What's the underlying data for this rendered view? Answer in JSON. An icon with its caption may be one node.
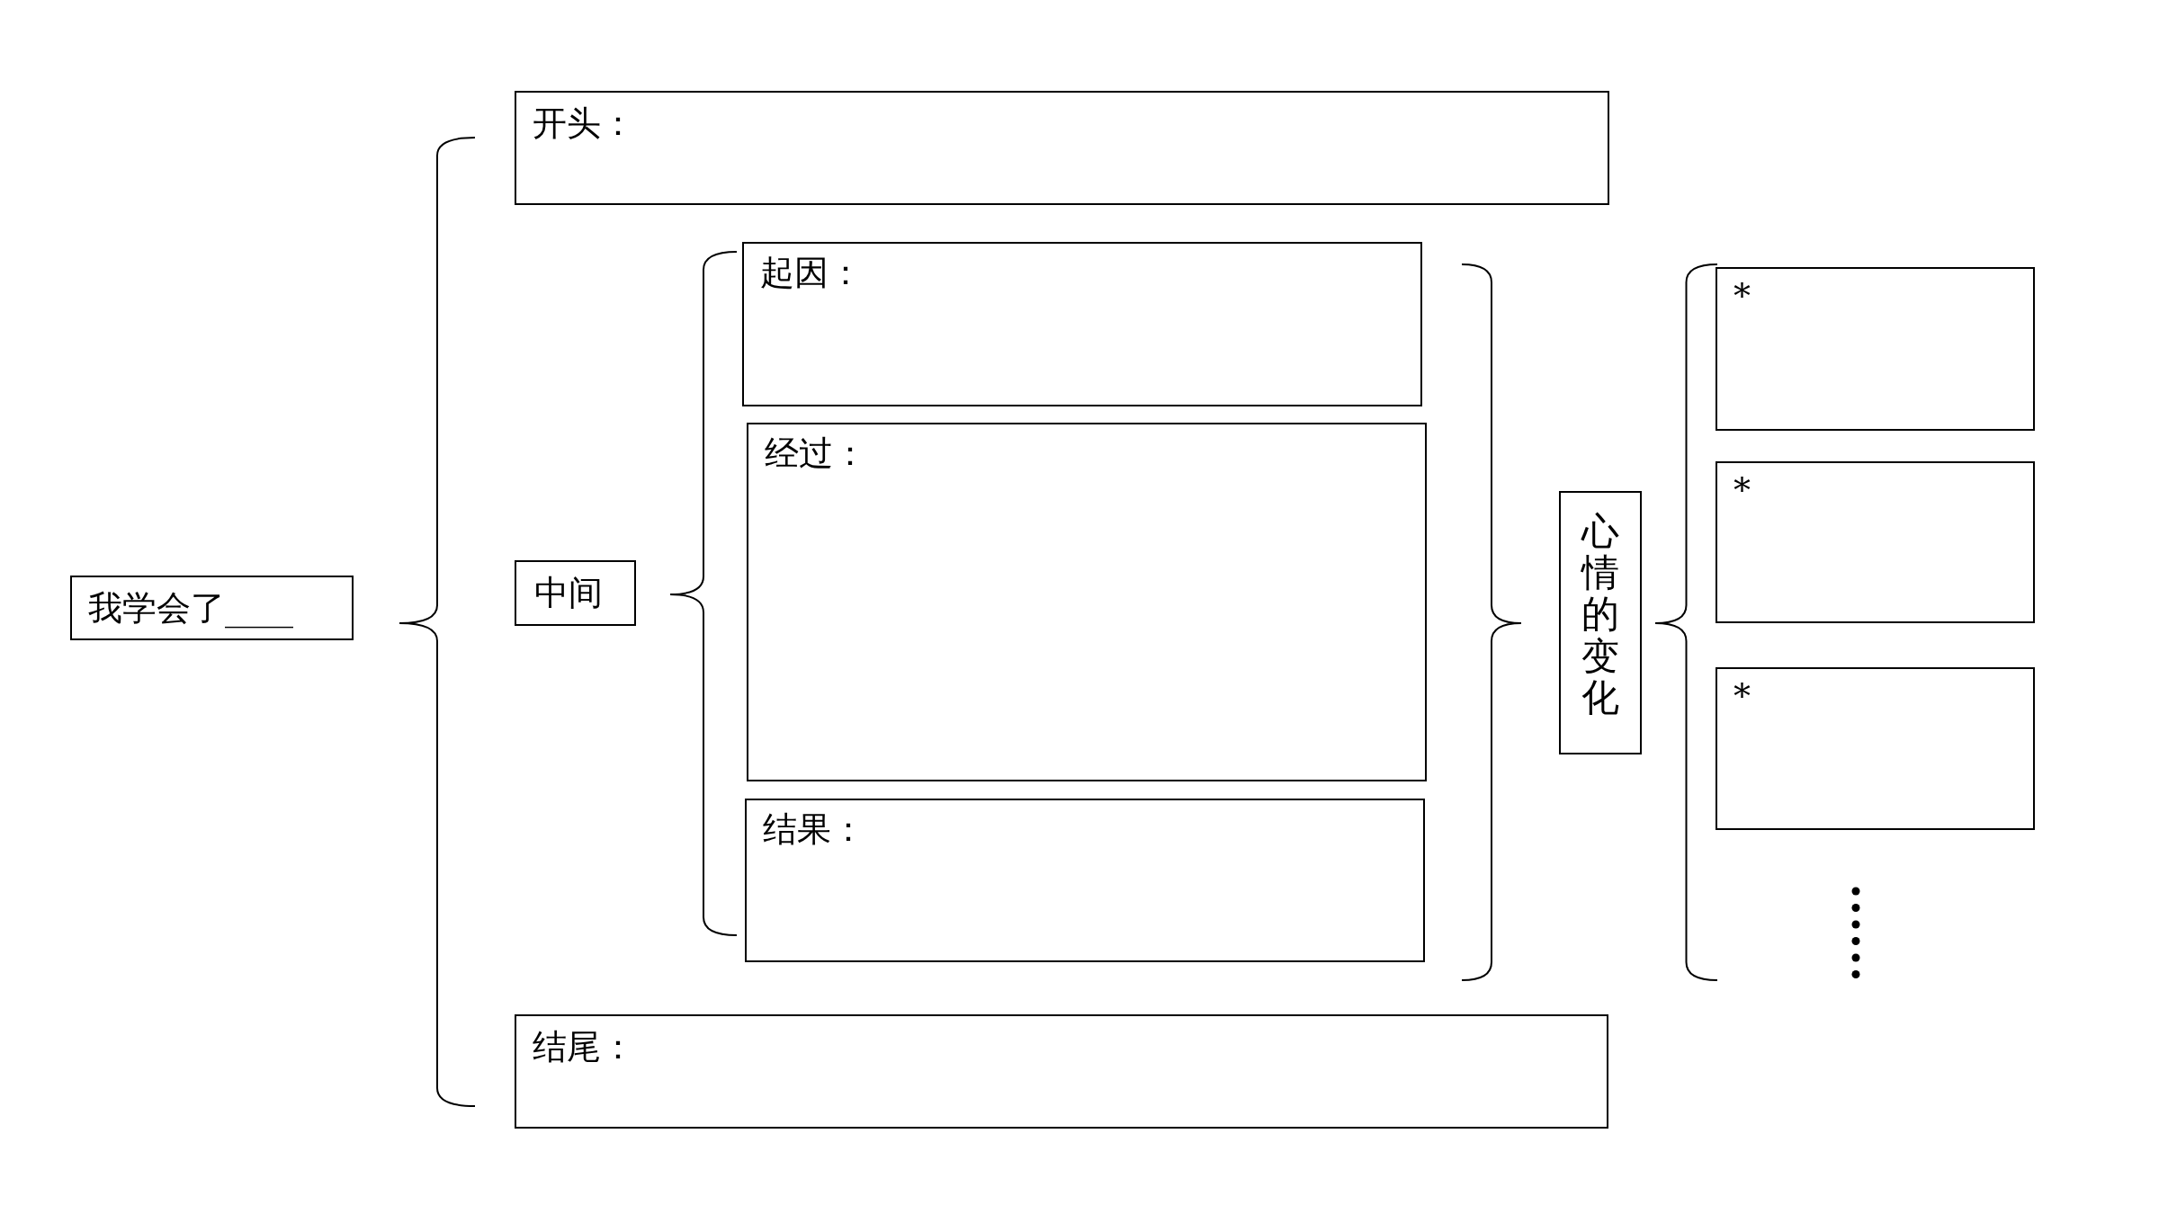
{
  "diagram": {
    "nodes": [
      {
        "text": [
          "我学会了____"
        ]
      },
      {
        "text": [
          "开头："
        ]
      },
      {
        "text": [
          "中间"
        ]
      },
      {
        "text": [
          "起因："
        ]
      },
      {
        "text": [
          "经过："
        ]
      },
      {
        "text": [
          "结果："
        ]
      },
      {
        "text": [
          "心情的变化"
        ]
      },
      {
        "text": [
          "*"
        ]
      },
      {
        "text": [
          "*"
        ]
      },
      {
        "text": [
          "*"
        ]
      },
      {
        "text": [
          "结尾："
        ]
      }
    ]
  }
}
